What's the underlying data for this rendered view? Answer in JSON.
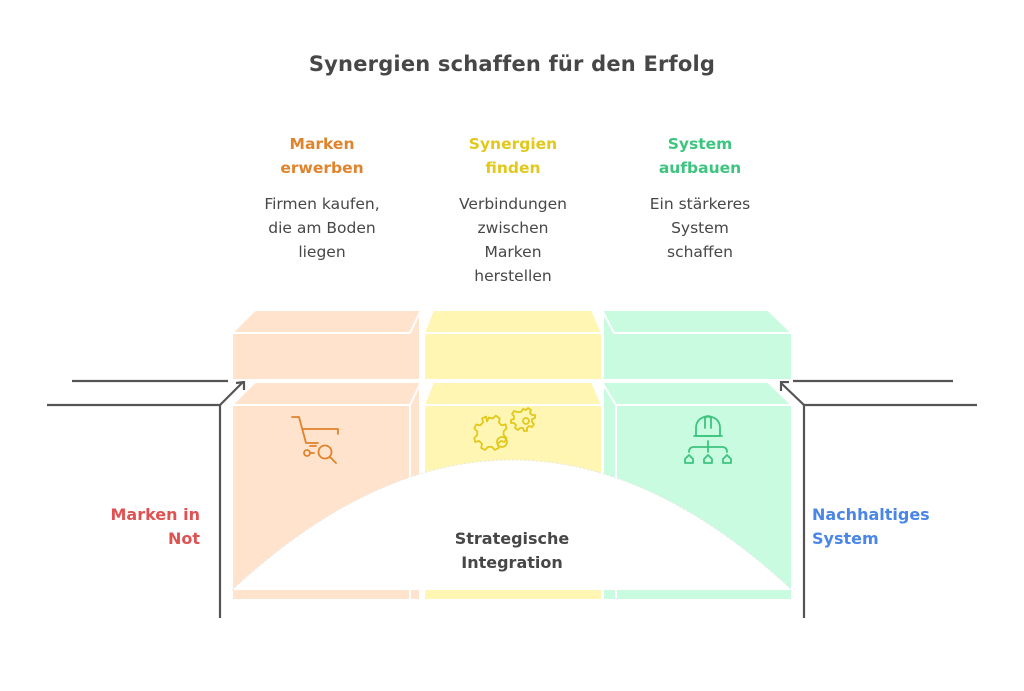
{
  "title": "Synergien schaffen für den Erfolg",
  "colors": {
    "text_dark": "#474747",
    "line": "#555555",
    "orange_fill": "#ffe3cc",
    "orange_text": "#e0832d",
    "yellow_fill": "#fff6b3",
    "yellow_text": "#e2c81c",
    "green_fill": "#c8fbe0",
    "green_text": "#3dc47e",
    "red_text": "#e05252",
    "blue_text": "#4a86e8"
  },
  "columns": [
    {
      "heading": [
        "Marken",
        "erwerben"
      ],
      "description": [
        "Firmen kaufen,",
        "die am Boden",
        "liegen"
      ],
      "icon": "shopping-cart-search-icon",
      "color": "orange"
    },
    {
      "heading": [
        "Synergien",
        "finden"
      ],
      "description": [
        "Verbindungen",
        "zwischen",
        "Marken",
        "herstellen"
      ],
      "icon": "gears-icon",
      "color": "yellow"
    },
    {
      "heading": [
        "System",
        "aufbauen"
      ],
      "description": [
        "Ein stärkeres",
        "System",
        "schaffen"
      ],
      "icon": "hardhat-hierarchy-icon",
      "color": "green"
    }
  ],
  "left_label": [
    "Marken in",
    "Not"
  ],
  "right_label": [
    "Nachhaltiges",
    "System"
  ],
  "center_label": [
    "Strategische",
    "Integration"
  ]
}
